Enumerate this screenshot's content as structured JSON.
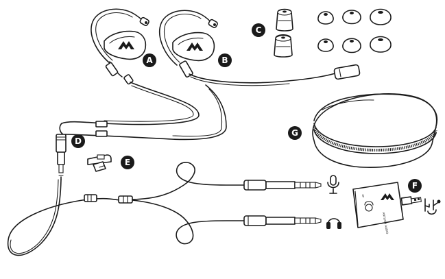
{
  "labels": {
    "a": "A",
    "b": "B",
    "c": "C",
    "d": "D",
    "e": "E",
    "f": "F",
    "g": "G"
  },
  "icons": {
    "logo": "antlion-mountain-logo",
    "microphone": "microphone-icon",
    "headphones": "headphones-icon",
    "usb": "usb-icon"
  },
  "adapter_brand": "ANTLION AUDIO",
  "colors": {
    "ink": "#1a1a1a",
    "paper": "#ffffff"
  }
}
